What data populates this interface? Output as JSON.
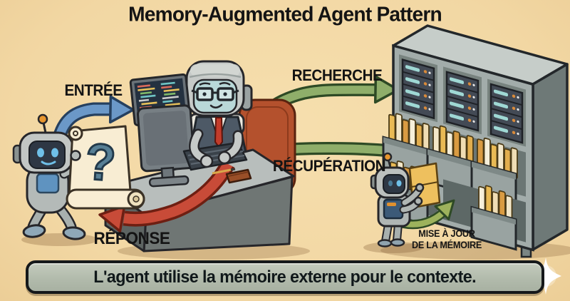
{
  "title": "Memory-Augmented Agent Pattern",
  "caption": "L'agent utilise la mémoire externe pour le contexte.",
  "labels": {
    "input": "ENTRÉE",
    "response": "RÉPONSE",
    "search": "RECHERCHE",
    "retrieval": "RÉCUPÉRATION",
    "memory_update_line1": "MISE À JOUR",
    "memory_update_line2": "DE LA MÉMOIRE"
  },
  "question_mark": "?",
  "colors": {
    "background": "#f2d7a3",
    "input_arrow": "#6b98c8",
    "response_arrow": "#c84b38",
    "search_arrow": "#8fae6a",
    "retrieval_arrow": "#8fae6a",
    "update_arrow": "#9db25c",
    "banner_bg": "#b2bbac",
    "text": "#141414",
    "folder_yellow": "#e9ba55",
    "server_light": "#9fd8d4",
    "chair": "#b4512d",
    "scroll": "#f8edd3"
  },
  "icons": {
    "sparkle": "four-point-star",
    "user_robot": "small-walking-robot",
    "agent_robot": "robot-with-glasses-at-desk",
    "memory_robot": "small-robot-filing-folder",
    "memory_store": "shelf-with-servers-and-file-drawers"
  }
}
